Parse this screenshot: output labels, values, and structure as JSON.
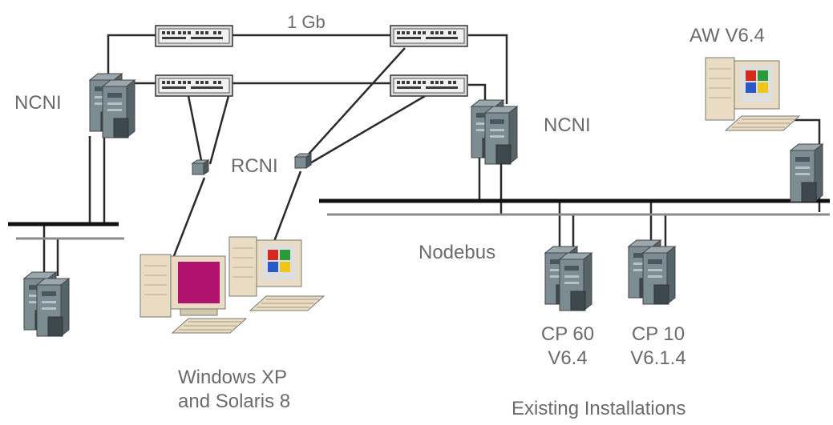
{
  "labels": {
    "link_speed": "1 Gb",
    "ncni_left": "NCNI",
    "ncni_right": "NCNI",
    "rcni": "RCNI",
    "aw": "AW V6.4",
    "nodebus": "Nodebus",
    "cp60_line1": "CP 60",
    "cp60_line2": "V6.4",
    "cp10_line1": "CP 10",
    "cp10_line2": "V6.1.4",
    "os_line1": "Windows XP",
    "os_line2": "and Solaris 8",
    "existing": "Existing Installations"
  },
  "colors": {
    "line": "#2b2b2b",
    "bus_black": "#111111",
    "bus_gray": "#8a8a8a",
    "text": "#6b6b6b",
    "device_body": "#7c8c93",
    "device_dark": "#4a575d",
    "beige": "#e9dcc2",
    "monitor_screen": "#b0126e",
    "switch_body": "#d7d7d7"
  }
}
